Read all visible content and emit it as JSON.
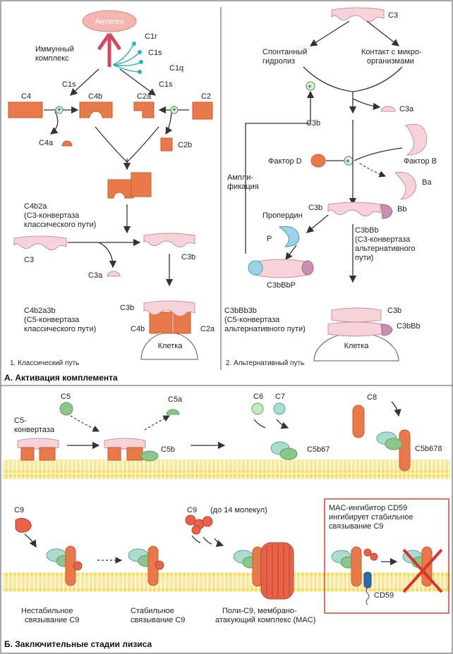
{
  "panel_a": {
    "antigen": "Антиген",
    "immune_complex": [
      "Иммунный",
      "комплекс"
    ],
    "c1r": "C1r",
    "c1s": "C1s",
    "c1q": "C1q",
    "c1s_left": "C1s",
    "c1s_right": "C1s",
    "c4": "C4",
    "c4b": "C4b",
    "c2a": "C2a",
    "c2": "C2",
    "c4a": "C4a",
    "c2b": "C2b",
    "c4b2a_lines": [
      "C4b2a",
      "(C3-конвертаза",
      "классического пути)"
    ],
    "c3": "C3",
    "c3b": "C3b",
    "c3a": "C3a",
    "c4b2a3b_lines": [
      "C4b2a3b",
      "(C5-конвертаза",
      "классического пути)"
    ],
    "c3b_cell": "C3b",
    "c4b_cell": "C4b",
    "c2a_cell": "C2a",
    "cell": "Клетка",
    "pathway_label": "1. Классический путь"
  },
  "panel_alt": {
    "c3": "C3",
    "spont": [
      "Спонтанный",
      "гидролиз"
    ],
    "contact": [
      "Контакт с микро-",
      "организмами"
    ],
    "c3a": "C3a",
    "c3b": "C3b",
    "factor_d": "Фактор D",
    "factor_b": "Фактор B",
    "ba": "Ba",
    "amplif": [
      "Ампли-",
      "фикация"
    ],
    "properdin": "Пропердин",
    "p": "P",
    "c3b2": "C3b",
    "bb": "Bb",
    "c3bbb_lines": [
      "C3bBb",
      "(C3-конвертаза",
      "альтернативного",
      "пути)"
    ],
    "c3bbbp": "C3bBbP",
    "c3bbb3b_lines": [
      "C3bBb3b",
      "(C5-конвертаза",
      "альтернативного пути)"
    ],
    "c3b_cell": "C3b",
    "c3bbb_cell": "C3bBb",
    "cell": "Клетка",
    "pathway_label": "2. Альтернативный путь"
  },
  "section_a_title": "А. Активация комплемента",
  "panel_b": {
    "c5": "C5",
    "c5_conv": [
      "C5-",
      "конвертаза"
    ],
    "c5a": "C5a",
    "c5b": "C5b",
    "c6": "C6",
    "c7": "C7",
    "c5b67": "C5b67",
    "c8": "C8",
    "c5b678": "C5b678",
    "c9": "C9",
    "c9_multi": "C9",
    "up_to_14": "(до 14 молекул)",
    "cd59_box": [
      "MAC-ингибитор CD59",
      "ингибирует стабильное",
      "связывание C9"
    ],
    "cd59": "CD59",
    "unstable": [
      "Нестабильное",
      "связывание C9"
    ],
    "stable": [
      "Стабильное",
      "связывание C9"
    ],
    "mac": [
      "Поли-C9, мембрано-",
      "атакующий комплекс (MAC)"
    ]
  },
  "section_b_title": "Б. Заключительные стадии лизиса",
  "colors": {
    "orange": "#e8794a",
    "pink": "#f6d3d8",
    "green": "#8cc68a",
    "membrane": "#fbf2a8",
    "inhibit_red": "#d9342b"
  }
}
